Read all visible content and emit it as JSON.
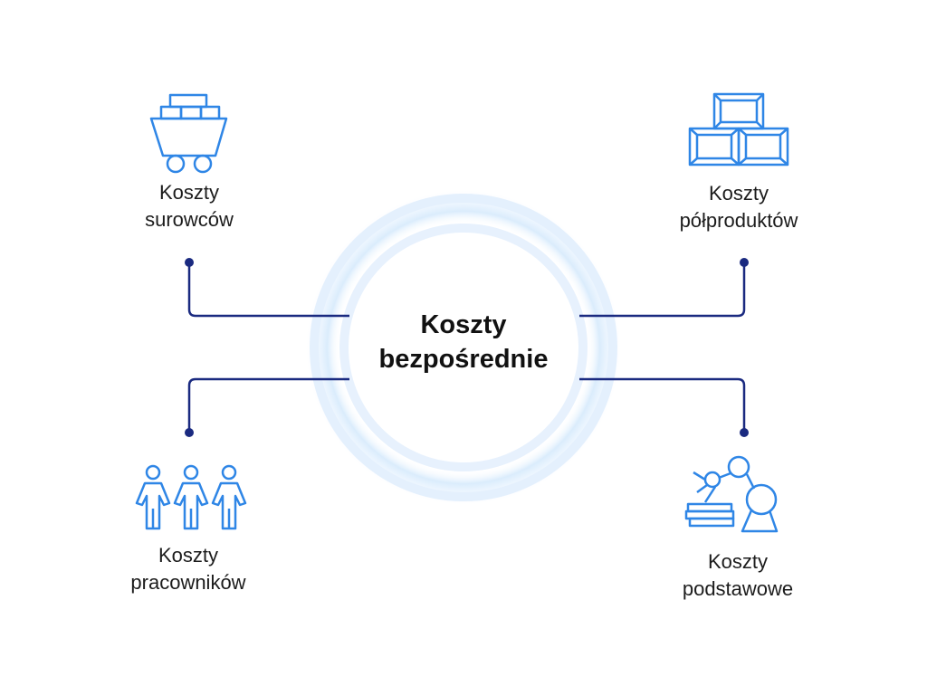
{
  "center": {
    "line1": "Koszty",
    "line2": "bezpośrednie"
  },
  "nodes": [
    {
      "key": "surowcow",
      "line1": "Koszty",
      "line2": "surowców",
      "icon": "mining-cart-icon"
    },
    {
      "key": "polproduktow",
      "line1": "Koszty",
      "line2": "półproduktów",
      "icon": "boxes-icon"
    },
    {
      "key": "pracownikow",
      "line1": "Koszty",
      "line2": "pracowników",
      "icon": "workers-icon"
    },
    {
      "key": "podstawowe",
      "line1": "Koszty",
      "line2": "podstawowe",
      "icon": "robot-arm-icon"
    }
  ],
  "colors": {
    "icon": "#2f86e6",
    "connector": "#1a2a80",
    "glow": "#cfe6fb",
    "text": "#1c1c1c"
  }
}
